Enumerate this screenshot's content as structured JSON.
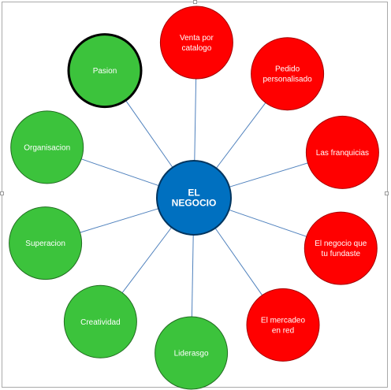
{
  "center": {
    "label": [
      "EL",
      "NEGOCIO"
    ],
    "color": "#0070c0",
    "stroke": "#00355f"
  },
  "colors": {
    "red": "#ff0000",
    "red_stroke": "#a50000",
    "green": "#3cc33c",
    "green_stroke": "#206c20",
    "connector": "#4f81bd"
  },
  "nodes": [
    {
      "id": "venta-por-catalogo",
      "label": [
        "Venta por",
        "catalogo"
      ],
      "color": "red"
    },
    {
      "id": "pedido-personalisado",
      "label": [
        "Pedido",
        "personalisado"
      ],
      "color": "red"
    },
    {
      "id": "las-franquicias",
      "label": [
        "Las franquicias"
      ],
      "color": "red"
    },
    {
      "id": "el-negocio-que-tu-fundaste",
      "label": [
        "El negocio que",
        "tu fundaste"
      ],
      "color": "red"
    },
    {
      "id": "el-mercadeo-en-red",
      "label": [
        "El mercadeo",
        "en red"
      ],
      "color": "red"
    },
    {
      "id": "liderasgo",
      "label": [
        "Liderasgo"
      ],
      "color": "green"
    },
    {
      "id": "creatividad",
      "label": [
        "Creatividad"
      ],
      "color": "green"
    },
    {
      "id": "superacion",
      "label": [
        "Superacion"
      ],
      "color": "green"
    },
    {
      "id": "organisacion",
      "label": [
        "Organisacion"
      ],
      "color": "green"
    },
    {
      "id": "pasion",
      "label": [
        "Pasion"
      ],
      "color": "green",
      "emphasis": true
    }
  ]
}
